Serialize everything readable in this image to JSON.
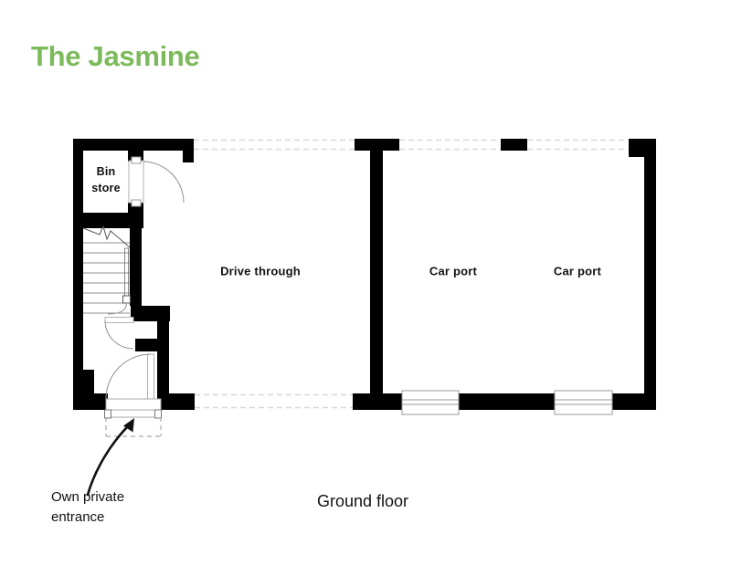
{
  "title": "The Jasmine",
  "caption": "Ground floor",
  "annotation": {
    "text": "Own private entrance"
  },
  "rooms": {
    "bin_store": "Bin store",
    "drive_through": "Drive through",
    "car_port_1": "Car port",
    "car_port_2": "Car port"
  },
  "colors": {
    "accent_green": "#7cba5c",
    "wall": "#000000",
    "thin_line": "#8f8f8f",
    "opening_dash": "#d8d8d8",
    "porch_dash": "#aaaaaa",
    "text": "#111111"
  }
}
